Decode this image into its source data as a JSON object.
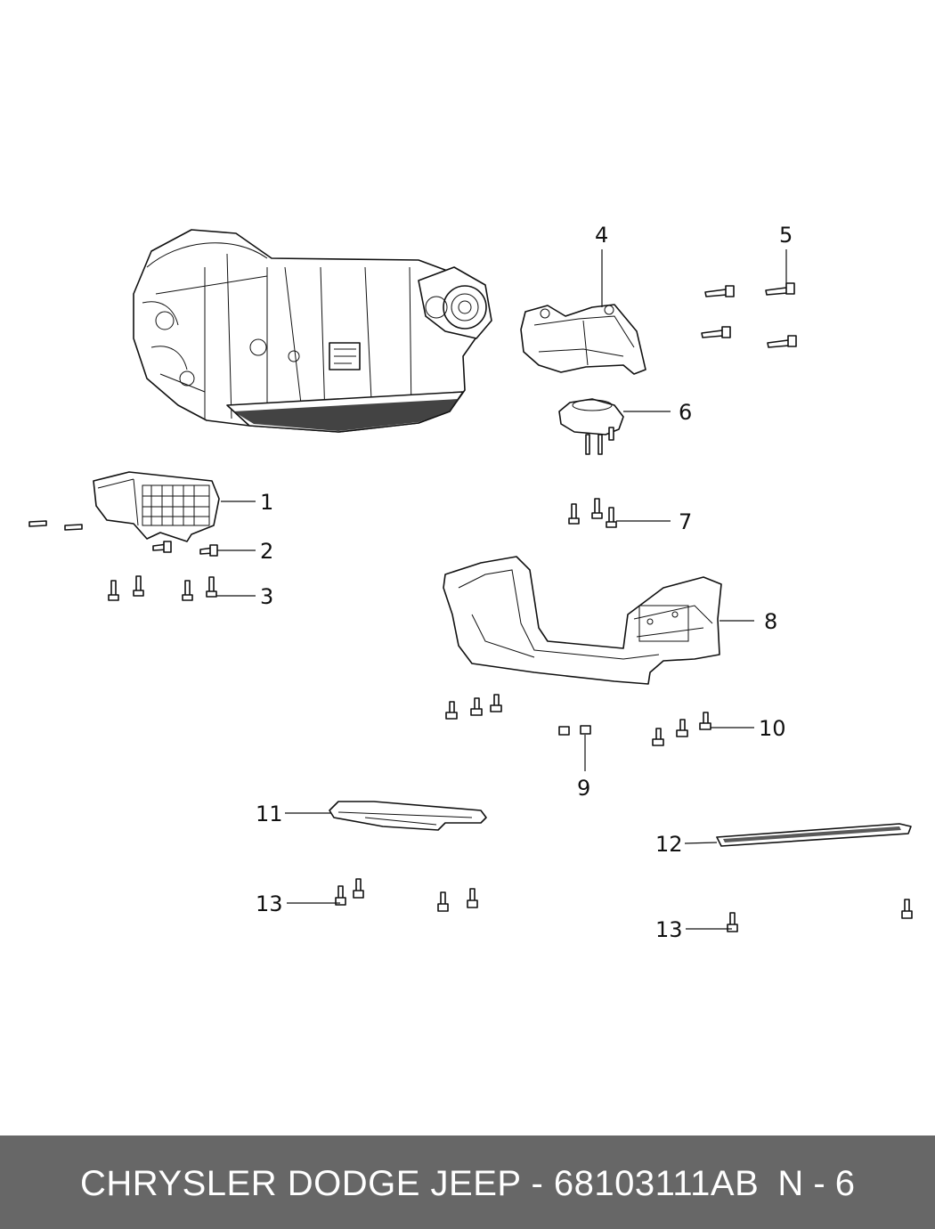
{
  "diagram": {
    "callouts": {
      "c1": "1",
      "c2": "2",
      "c3": "3",
      "c4": "4",
      "c5": "5",
      "c6": "6",
      "c7": "7",
      "c8": "8",
      "c9": "9",
      "c10": "10",
      "c11": "11",
      "c12": "12",
      "c13a": "13",
      "c13b": "13"
    }
  },
  "footer": {
    "brand_text": "CHRYSLER DODGE JEEP - 68103111AB",
    "page_text": "N - 6",
    "background": "#676767"
  }
}
